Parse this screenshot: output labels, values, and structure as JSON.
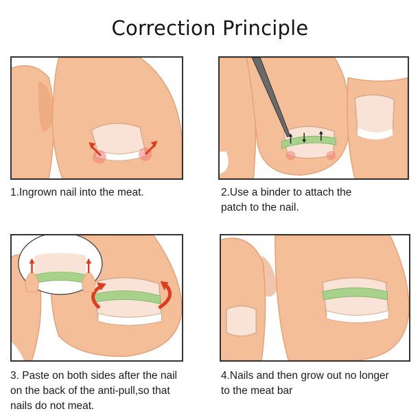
{
  "title": "Correction Principle",
  "colors": {
    "skin": "#f4bf98",
    "skin_shadow": "#e7a074",
    "nail": "#f9e3d6",
    "patch": "#a8d28c",
    "arrow_red": "#e03a1f",
    "background": "#ffffff"
  },
  "steps": [
    {
      "lines": [
        "1.Ingrown nail into the meat."
      ]
    },
    {
      "lines": [
        "2.Use a binder to attach the",
        "patch to the nail."
      ]
    },
    {
      "lines": [
        "3. Paste on both sides after the nail",
        "on the back of the anti-pull,so that",
        "nails do not meat."
      ]
    },
    {
      "lines": [
        "4.Nails and then grow out no longer",
        "to the meat bar"
      ]
    }
  ]
}
